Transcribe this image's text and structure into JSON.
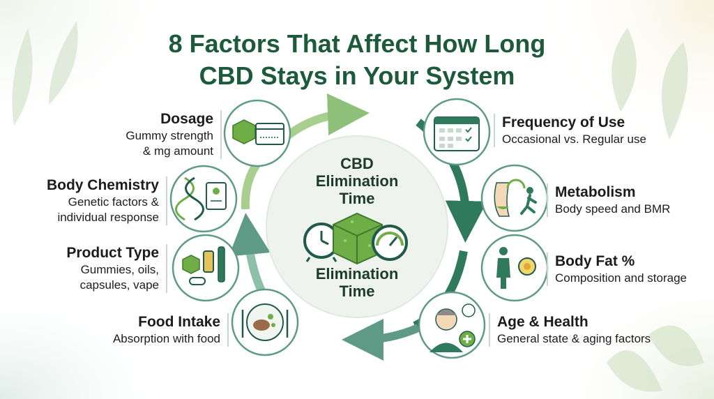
{
  "title": {
    "line1": "8 Factors That Affect How Long",
    "line2": "CBD Stays in Your System"
  },
  "center": {
    "top_text": "CBD\nElimination\nTime",
    "bottom_text": "Elimination\nTime"
  },
  "factors": {
    "dosage": {
      "name": "Dosage",
      "desc1": "Gummy strength",
      "desc2": "& mg amount",
      "icon": "gummy-calendar-icon"
    },
    "body_chemistry": {
      "name": "Body Chemistry",
      "desc1": "Genetic factors &",
      "desc2": "individual response",
      "icon": "dna-id-card-icon"
    },
    "product_type": {
      "name": "Product Type",
      "desc1": "Gummies, oils,",
      "desc2": "capsules, vape",
      "icon": "products-icon"
    },
    "food_intake": {
      "name": "Food Intake",
      "desc1": "Absorption with food",
      "desc2": "",
      "icon": "plate-utensils-icon"
    },
    "frequency": {
      "name": "Frequency of Use",
      "desc1": "Occasional vs. Regular use",
      "icon": "calendar-check-icon"
    },
    "metabolism": {
      "name": "Metabolism",
      "desc1": "Body speed and BMR",
      "icon": "metabolism-runner-icon"
    },
    "body_fat": {
      "name": "Body Fat %",
      "desc1": "Composition and storage",
      "icon": "body-fat-icon"
    },
    "age_health": {
      "name": "Age & Health",
      "desc1": "General state & aging factors",
      "icon": "person-health-icon"
    }
  },
  "colors": {
    "title": "#1d5a3b",
    "ring_light": "#a9cf8f",
    "ring_dark": "#2f7a5c",
    "center_fill": "#eef3ee",
    "gummy": "#6fae47"
  }
}
